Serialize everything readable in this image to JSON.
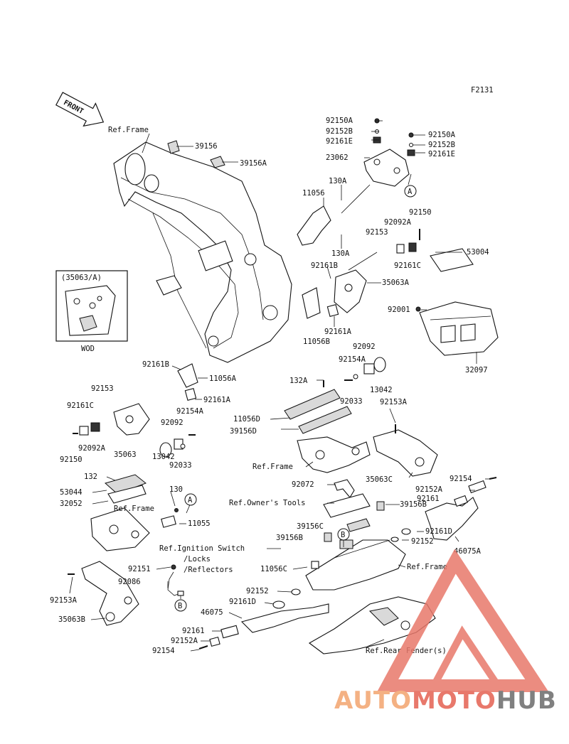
{
  "diagram": {
    "code": "F2131",
    "front_label": "FRONT",
    "inset": {
      "title": "(35063/A)",
      "caption": "WOD"
    },
    "parts": [
      "Ref.Frame",
      "39156",
      "39156A",
      "92150A",
      "92152B",
      "92161E",
      "23062",
      "92150A",
      "92152B",
      "92161E",
      "130A",
      "11056",
      "130A",
      "92150",
      "92092A",
      "92153",
      "92161C",
      "53004",
      "92161B",
      "35063A",
      "92001",
      "92161A",
      "11056B",
      "92092",
      "92154A",
      "13042",
      "92033",
      "32097",
      "92161B",
      "11056A",
      "92161A",
      "92153",
      "92161C",
      "92154A",
      "92092",
      "92092A",
      "92150",
      "35063",
      "92033",
      "13042",
      "132A",
      "11056D",
      "39156D",
      "92153A",
      "Ref.Frame",
      "35063C",
      "132",
      "53044",
      "32052",
      "Ref.Frame",
      "130",
      "11055",
      "92072",
      "Ref.Owner's Tools",
      "39156B",
      "92154",
      "92152A",
      "92161",
      "92161D",
      "46075A",
      "39156C",
      "39156B",
      "92152",
      "Ref.Ignition Switch",
      "/Locks",
      "/Reflectors",
      "92151",
      "11056C",
      "Ref.Frame",
      "92086",
      "92153A",
      "92152",
      "92161D",
      "46075",
      "35063B",
      "92161",
      "92152A",
      "92154",
      "Ref.Rear Fender(s)"
    ],
    "callouts": [
      "A",
      "A",
      "B",
      "B"
    ]
  },
  "watermark": {
    "part1": "AUTO",
    "part2": "MOTO",
    "part3": "HUB",
    "color1": "#f4b183",
    "color2": "#e8786b",
    "color3": "#808080"
  }
}
